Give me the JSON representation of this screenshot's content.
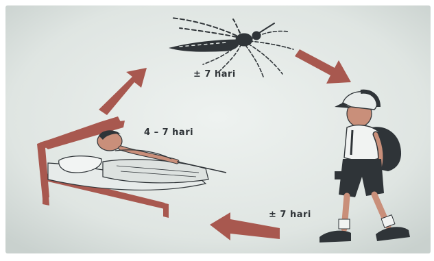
{
  "labels": {
    "mosquito_to_child": "± 7 hari",
    "sick_person": "4 – 7 hari",
    "child_to_sick": "± 7 hari"
  },
  "colors": {
    "paper": "#dfe5e2",
    "arrow": "#a8584f",
    "ink": "#2f3438",
    "bed": "#a8584f",
    "skin": "#c98f7a"
  }
}
